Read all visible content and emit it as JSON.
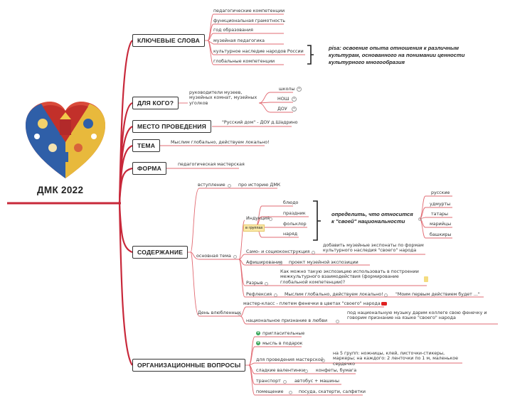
{
  "central": {
    "title": "ДМК 2022"
  },
  "branches": {
    "keywords": {
      "title": "КЛЮЧЕВЫЕ СЛОВА",
      "items": [
        "педагогические компетенции",
        "функциональная грамотность",
        "год образования",
        "музейная педагогика",
        "культурное наследие народов России",
        "глобальные компетенции"
      ],
      "note": "pisa: освоение опыта отношения к различным культурам, основанного на понимании ценности культурного многообразия"
    },
    "audience": {
      "title": "ДЛЯ КОГО?",
      "label": "руководители музеев, музейных комнат, музейных уголков",
      "items": [
        "школы",
        "НОШ",
        "ДОУ"
      ]
    },
    "venue": {
      "title": "МЕСТО ПРОВЕДЕНИЯ",
      "value": "\"Русский дом\" - ДОУ д.Шадрино"
    },
    "theme": {
      "title": "ТЕМА",
      "value": "Мыслим глобально, действуем локально!"
    },
    "form": {
      "title": "ФОРМА",
      "value": "педагогическая мастерская"
    },
    "content": {
      "title": "СОДЕРЖАНИЕ",
      "intro": {
        "label": "вступление",
        "value": "про историю ДМК"
      },
      "main": {
        "label": "основная тема",
        "induction": {
          "label": "Индукция",
          "group_badge": "в группах",
          "items": [
            "блюдо",
            "праздник",
            "фольклор",
            "наряд"
          ],
          "note": "определить, что относится к \"своей\" национальности",
          "nations": [
            "русские",
            "удмурты",
            "татары",
            "марийцы",
            "башкиры"
          ]
        },
        "socio": {
          "label": "Само- и социоконструкция",
          "value": "добавить музейные экспонаты по формам культурного наследия \"своего\" народа"
        },
        "affix": {
          "label": "Афиширование",
          "value": "проект музейной экспозиции"
        },
        "gap": {
          "label": "Разрыв",
          "value": "Как можно такую экспозицию использовать в построении межкультурного взаимодействия (формирование глобальной компетенции)?"
        },
        "reflection": {
          "label": "Рефлексия",
          "value": "Мыслим глобально, действуем локально!",
          "extra": "\"Моим первым действием будет ...\""
        }
      },
      "valentine": {
        "label": "День влюбленных",
        "masterclass": "мастер-класс - плетем фенечки в цветах \"своего\" народа",
        "recognition": {
          "label": "национальное признание в любви",
          "value": "под национальную музыку дарим коллеге свою фенечку и говорим признание на языке \"своего\" народа"
        }
      }
    },
    "org": {
      "title": "ОРГАНИЗАЦИОННЫЕ ВОПРОСЫ",
      "items": [
        {
          "label": "пригласительные"
        },
        {
          "label": "мысль в подарок"
        },
        {
          "label": "для проведения мастерской",
          "value": "на 5 групп: ножницы, клей, листочки-стикеры, маркеры; на каждого: 2 ленточки по 1 м, маленькое сердечко"
        },
        {
          "label": "сладкие валентинки",
          "value": "конфеты, бумага"
        },
        {
          "label": "транспорт",
          "value": "автобус + машины"
        },
        {
          "label": "помещение",
          "value": "посуда, скатерти, салфетки"
        }
      ]
    }
  },
  "colors": {
    "branch": "#c8283a",
    "line": "#e26b73",
    "highlight": "#fbe9a8",
    "check": "#3aa55a"
  }
}
